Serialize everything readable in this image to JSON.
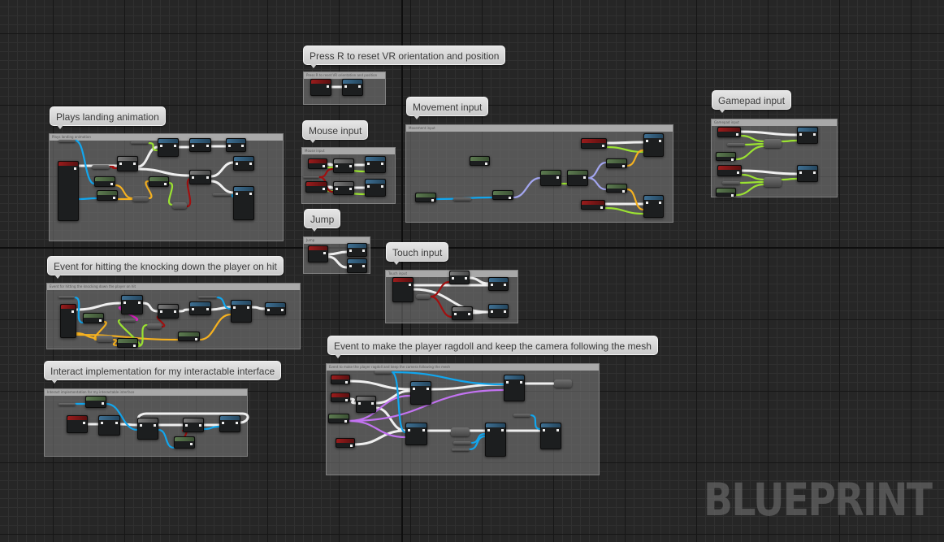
{
  "comments": [
    {
      "id": "landing",
      "title": "Plays landing animation"
    },
    {
      "id": "reset-vr",
      "title": "Press R to reset VR orientation and position"
    },
    {
      "id": "mouse",
      "title": "Mouse input"
    },
    {
      "id": "jump",
      "title": "Jump"
    },
    {
      "id": "movement",
      "title": "Movement input"
    },
    {
      "id": "gamepad",
      "title": "Gamepad input"
    },
    {
      "id": "touch",
      "title": "Touch input"
    },
    {
      "id": "knockdown",
      "title": "Event for hitting the knocking down the player on hit"
    },
    {
      "id": "interact",
      "title": "Interact implementation for my interactable interface"
    },
    {
      "id": "ragdoll",
      "title": "Event to make the player ragdoll and keep the camera following the mesh"
    }
  ],
  "watermark": "BLUEPRINT",
  "colors": {
    "exec": "#efefef",
    "object": "#12a6ee",
    "float": "#9be232",
    "bool": "#a11010",
    "vector": "#f5b120",
    "struct": "#a3a6f0",
    "purple": "#c373f2",
    "event": "#8a1616",
    "function": "#3a6a8e",
    "pure": "#55714a"
  }
}
